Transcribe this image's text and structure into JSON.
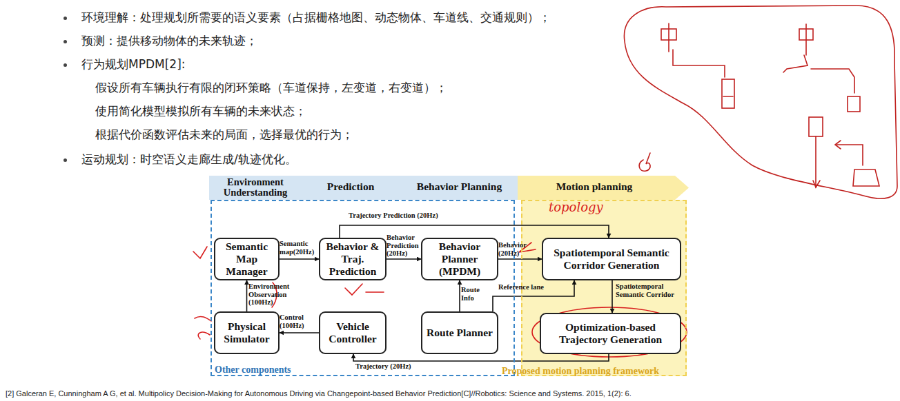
{
  "diagram": {
    "caption": "[2] Galceran E, Cunningham A G, et al. Multipolicy Decision-Making for Autonomous Driving via Changepoint-based Behavior Prediction[C]//Robotics: Science and Systems. 2015, 1(2): 6.",
    "nodes": [
      {
        "text": [
          "Environment Understanding",
          "Prediction",
          "Behavior Planning"
        ]
      },
      {
        "text": [
          "Motion planning"
        ]
      },
      {
        "text": [
          "Other components"
        ]
      },
      {
        "text": [
          "Semantic Map Manager"
        ],
        "in": 2
      },
      {
        "text": [
          "Behavior & Traj. Prediction"
        ],
        "in": 2
      },
      {
        "text": [
          "Behavior Planner (MPDM)"
        ],
        "in": 2
      },
      {
        "text": [
          "Physical Simulator"
        ],
        "in": 2
      },
      {
        "text": [
          "Vehicle Controller"
        ],
        "in": 2
      },
      {
        "text": [
          "Route Planner"
        ],
        "in": 2
      },
      {
        "text": [
          "Proposed motion planning framework"
        ]
      },
      {
        "text": [
          "Spatiotemporal Semantic Corridor Generation"
        ],
        "in": 9
      },
      {
        "text": [
          "Optimization-based Trajectory Generation"
        ],
        "in": 9
      }
    ],
    "edges": [
      {
        "from": 3,
        "to": 4,
        "arrow": "to",
        "label": "Semantic map(20Hz)"
      },
      {
        "from": 4,
        "to": 5,
        "arrow": "to",
        "label": "Behavior Prediction (20Hz)"
      },
      {
        "from": 5,
        "to": 10,
        "arrow": "to",
        "label": "Behavior (20Hz)"
      },
      {
        "from": 6,
        "to": 3,
        "arrow": "to",
        "label": "Environment Observation (100Hz)"
      },
      {
        "from": 7,
        "to": 6,
        "arrow": "to",
        "label": "Control (100Hz)"
      },
      {
        "from": 8,
        "to": 5,
        "arrow": "to",
        "label": "Route Info"
      },
      {
        "from": 8,
        "to": 10,
        "arrow": "to",
        "label": "Reference lane"
      },
      {
        "from": 10,
        "to": 11,
        "arrow": "to",
        "label": "Spatiotemporal Semantic Corridor"
      },
      {
        "from": 11,
        "to": 7,
        "arrow": "to",
        "label": "Trajectory (20Hz)"
      },
      {
        "from": 4,
        "to": 10,
        "arrow": "to",
        "label": "Trajectory Prediction (20Hz)"
      }
    ],
    "labels": [
      "环境理解：处理规划所需要的语义要素（占据栅格地图、动态物体、车道线、交通规则）；",
      "预测：提供移动物体的未来轨迹；",
      "行为规划MPDM[2]:",
      "假设所有车辆执行有限的闭环策略（车道保持，左变道，右变道）；",
      "使用简化模型模拟所有车辆的未来状态；",
      "根据代价函数评估未来的局面，选择最优的行为；",
      "运动规划：时空语义走廊生成/轨迹优化。",
      "topology"
    ]
  }
}
